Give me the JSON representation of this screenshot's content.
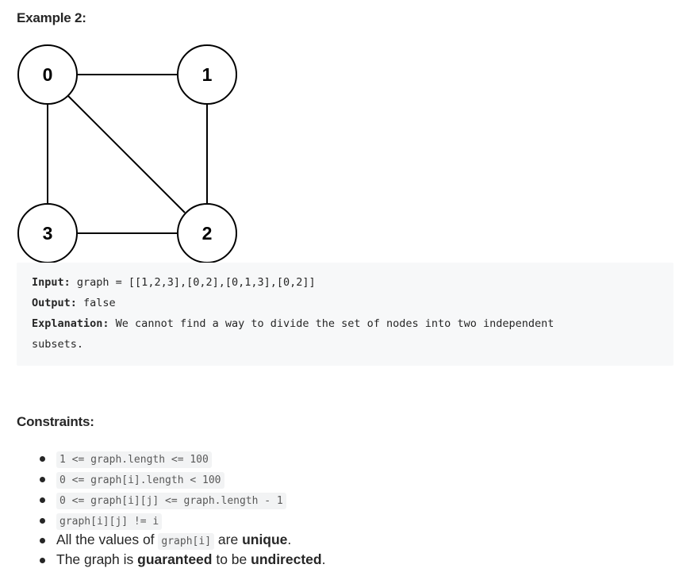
{
  "example": {
    "heading": "Example 2:",
    "graph": {
      "nodes": [
        "0",
        "1",
        "2",
        "3"
      ],
      "edges": [
        [
          "0",
          "1"
        ],
        [
          "0",
          "2"
        ],
        [
          "0",
          "3"
        ],
        [
          "1",
          "2"
        ],
        [
          "2",
          "3"
        ]
      ]
    },
    "input_label": "Input:",
    "input_value": " graph = [[1,2,3],[0,2],[0,1,3],[0,2]]",
    "output_label": "Output:",
    "output_value": " false",
    "explanation_label": "Explanation:",
    "explanation_value": " We cannot find a way to divide the set of nodes into two independent",
    "explanation_cont": "subsets."
  },
  "constraints": {
    "heading": "Constraints:",
    "c1": "1 <= graph.length <= 100",
    "c2": "0 <= graph[i].length < 100",
    "c3": "0 <= graph[i][j] <= graph.length - 1",
    "c4": "graph[i][j] != i",
    "c5": {
      "pre": "All the values of ",
      "code": "graph[i]",
      "mid": " are ",
      "bold": "unique",
      "post": "."
    },
    "c6": {
      "pre": "The graph is ",
      "bold1": "guaranteed",
      "mid": " to be ",
      "bold2": "undirected",
      "post": "."
    }
  }
}
